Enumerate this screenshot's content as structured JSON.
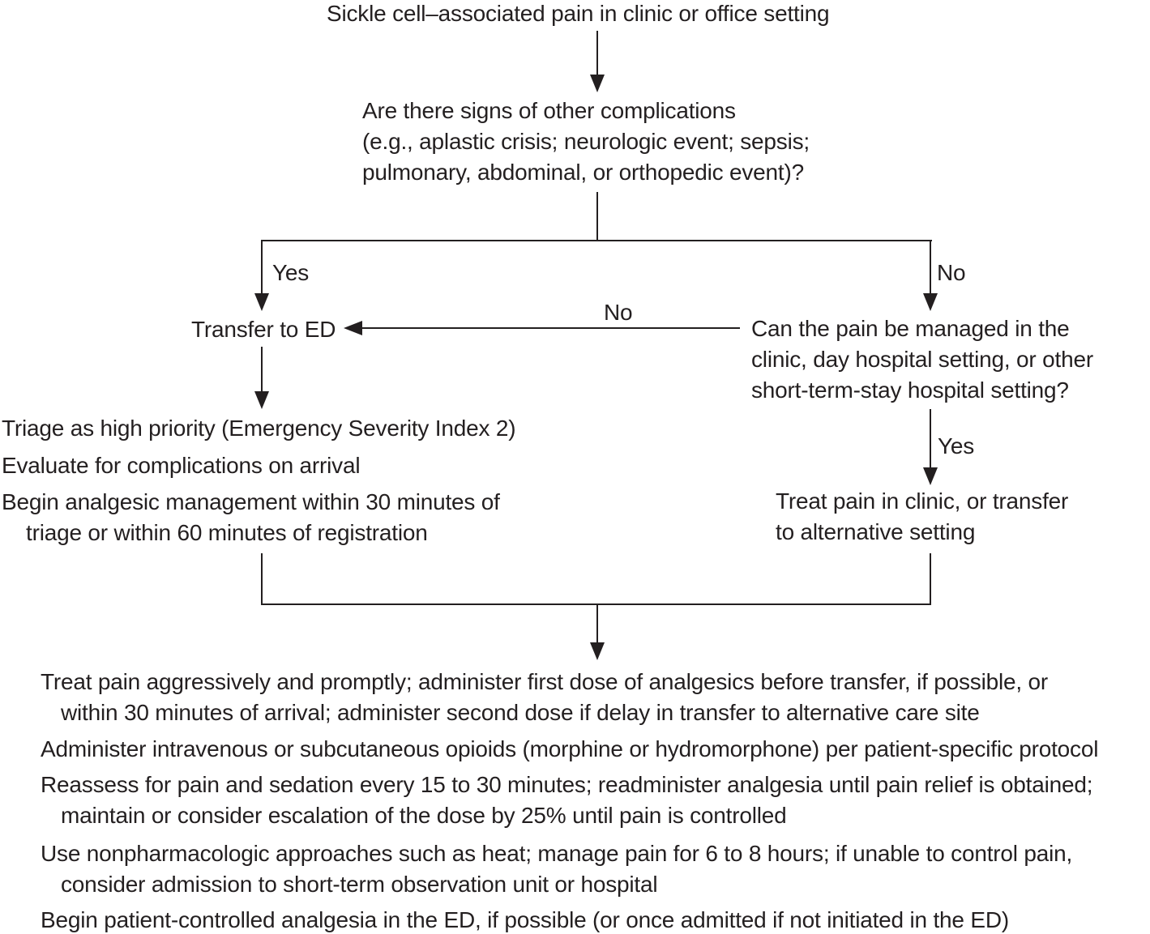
{
  "colors": {
    "text": "#231f20",
    "line": "#231f20",
    "background": "#ffffff"
  },
  "flowchart": {
    "start_node": "Sickle cell–associated pain in clinic or office setting",
    "question_complications": {
      "lines": [
        "Are there signs of other complications",
        "(e.g., aplastic crisis; neurologic event; sepsis;",
        "pulmonary, abdominal, or orthopedic event)?"
      ]
    },
    "branch_yes_label": "Yes",
    "branch_no_label": "No",
    "transfer_node": "Transfer to ED",
    "no_return_label": "No",
    "question_clinic": {
      "lines": [
        "Can the pain be managed in the",
        "clinic, day hospital setting, or other",
        "short-term-stay hospital setting?"
      ]
    },
    "clinic_yes_label": "Yes",
    "ed_actions": {
      "lines": [
        "Triage as high priority (Emergency Severity Index 2)",
        "Evaluate for complications on arrival",
        "Begin analgesic management within 30 minutes of",
        "triage or within 60 minutes of registration"
      ]
    },
    "clinic_action": {
      "lines": [
        "Treat pain in clinic, or transfer",
        "to alternative setting"
      ]
    },
    "final_actions": {
      "lines": [
        "Treat pain aggressively and promptly; administer first dose of analgesics before transfer, if possible, or",
        "within 30 minutes of arrival; administer second dose if delay in transfer to alternative care site",
        "Administer intravenous or subcutaneous opioids (morphine or hydromorphone) per patient-specific protocol",
        "Reassess for pain and sedation every 15 to 30 minutes; readminister analgesia until pain relief is obtained;",
        "maintain or consider escalation of the dose by 25% until pain is controlled",
        "Use nonpharmacologic approaches such as heat; manage pain for 6 to 8 hours; if unable to control pain,",
        "consider admission to short-term observation unit or hospital",
        "Begin patient-controlled analgesia in the ED, if possible (or once admitted if not initiated in the ED)"
      ]
    }
  }
}
